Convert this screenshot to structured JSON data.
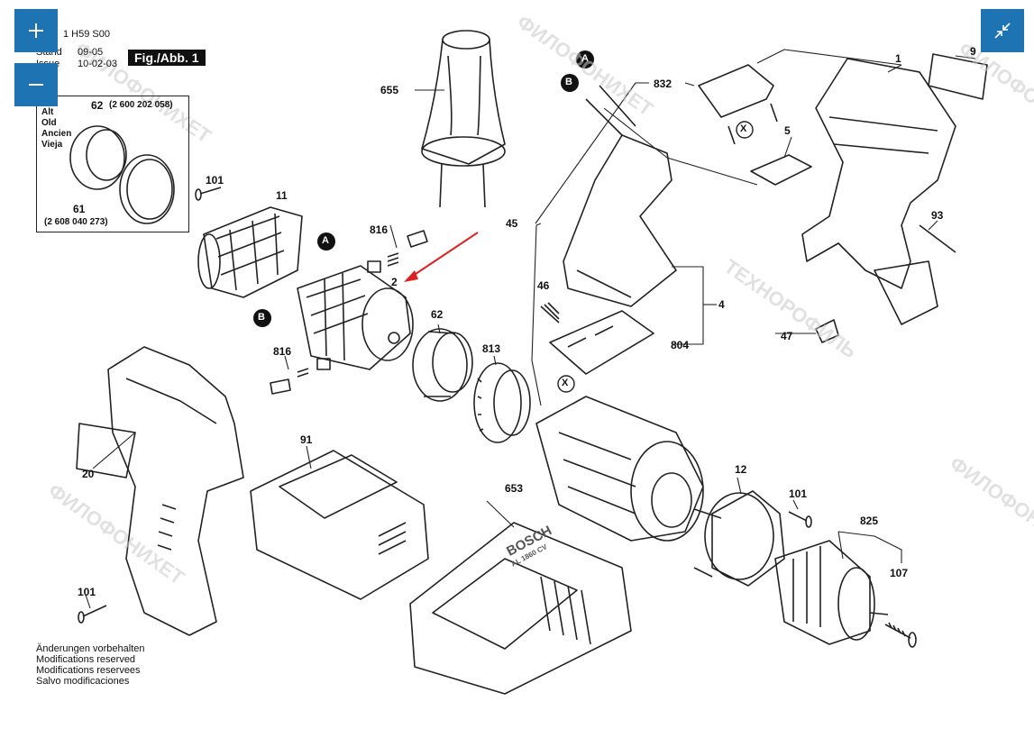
{
  "header": {
    "doc_code": "1 H59 S00",
    "stand_label": "Stand",
    "stand_value": "09-05",
    "issue_label": "Issue",
    "issue_value": "10-02-03",
    "fig_label": "Fig./Abb. 1"
  },
  "controls": {
    "zoom_in": "+",
    "zoom_out": "−",
    "fullscreen_icon": "compress-icon"
  },
  "inset": {
    "old_labels": [
      "Alt",
      "Old",
      "Ancien",
      "Vieja"
    ],
    "part_62_label": "62",
    "part_62_number": "(2 600 202 058)",
    "part_61_label": "61",
    "part_61_number": "(2 608 040 273)"
  },
  "callouts": {
    "c101a": "101",
    "c11": "11",
    "c816a": "816",
    "cA1": "A",
    "cB1": "B",
    "c2": "2",
    "c62": "62",
    "c813": "813",
    "c816b": "816",
    "c655": "655",
    "c45": "45",
    "cA2": "A",
    "cB2": "B",
    "c832": "832",
    "cX1": "X",
    "c5": "5",
    "c1": "1",
    "c9": "9",
    "c93": "93",
    "c46": "46",
    "c4": "4",
    "c804": "804",
    "c47": "47",
    "cX2": "X",
    "c91": "91",
    "c20": "20",
    "c12": "12",
    "c101b": "101",
    "c653": "653",
    "c825": "825",
    "c107": "107",
    "c101c": "101"
  },
  "notes": [
    "Änderungen vorbehalten",
    "Modifications reserved",
    "Modifications reservees",
    "Salvo modificaciones"
  ],
  "brand": "BOSCH",
  "charger_model": "AL 1860 CV",
  "watermarks": [
    "ТЕХНОРОФИЛЬ",
    "ФИЛОФОНИХЕТ"
  ],
  "colors": {
    "control_bg": "#1e74b3",
    "arrow": "#e02020",
    "ink": "#222222"
  }
}
